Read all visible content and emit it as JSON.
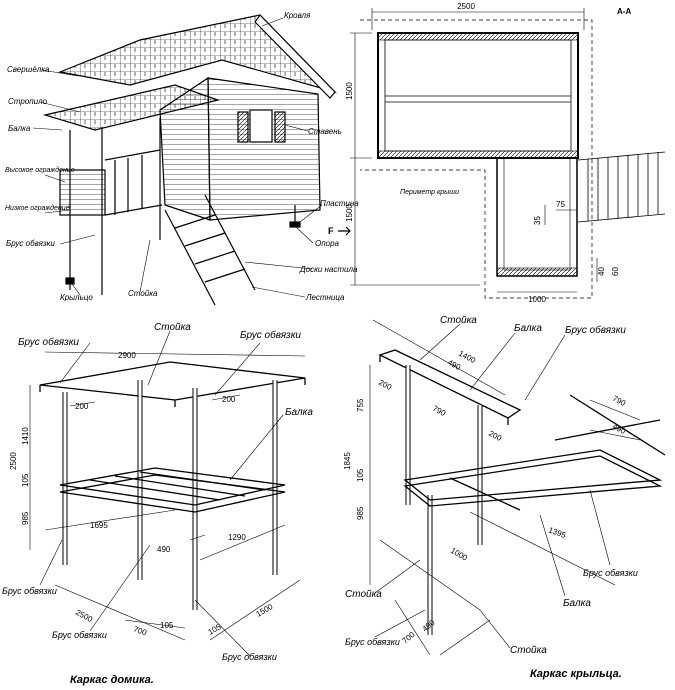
{
  "house_view": {
    "labels": {
      "roof": "Кровля",
      "eaves": "Свершёлка",
      "rafter": "Стропило",
      "beam": "Балка",
      "high_rail": "Высокое ограждение",
      "low_rail": "Низкое ограждение",
      "tie_beam": "Брус обвязки",
      "porch": "Крыльцо",
      "post": "Стойка",
      "ladder": "Лестница",
      "deck_boards": "Доски настила",
      "support": "Опора",
      "footing_plate": "Пластина",
      "shutter": "Ставень"
    }
  },
  "plan_view": {
    "section_mark": "А-А",
    "arrow_label": "F",
    "roof_perimeter": "Периметр крыши",
    "dims": {
      "width": "2500",
      "height_top": "1500",
      "height_bottom": "1500",
      "bottom_width": "1000",
      "d75": "75",
      "d35": "35",
      "d40": "40",
      "d60": "60"
    }
  },
  "house_frame": {
    "title": "Каркас домика.",
    "labels": {
      "post": "Стойка",
      "tie_beam_top": "Брус обвязки",
      "tie_beam_top_right": "Брус обвязки",
      "beam": "Балка",
      "tie_beam_left": "Брус обвязки",
      "tie_beam_bottom_left": "Брус обвязки",
      "tie_beam_bottom": "Брус обвязки"
    },
    "dims": {
      "d2900": "2900",
      "d200a": "200",
      "d200b": "200",
      "d2500v": "2500",
      "d1410": "1410",
      "d105v": "105",
      "d985": "985",
      "d1695": "1695",
      "d490": "490",
      "d1290": "1290",
      "d2500": "2500",
      "d1500": "1500",
      "d700": "700",
      "d105a": "105",
      "d105b": "105"
    }
  },
  "porch_frame": {
    "title": "Каркас крыльца.",
    "labels": {
      "post_top": "Стойка",
      "beam_top": "Балка",
      "tie_beam_top": "Брус обвязки",
      "tie_beam_right": "Брус обвязки",
      "beam_bottom": "Балка",
      "post_left": "Стойка",
      "tie_beam_left": "Брус обвязки",
      "post_bottom": "Стойка"
    },
    "dims": {
      "d1400": "1400",
      "d490": "490",
      "d200a": "200",
      "d790": "790",
      "d200b": "200",
      "d1845": "1845",
      "d755": "755",
      "d105": "105",
      "d985": "985",
      "d1000": "1000",
      "d1395": "1395",
      "d790r": "790",
      "d490r": "490",
      "d490b": "490",
      "d700": "700"
    }
  }
}
